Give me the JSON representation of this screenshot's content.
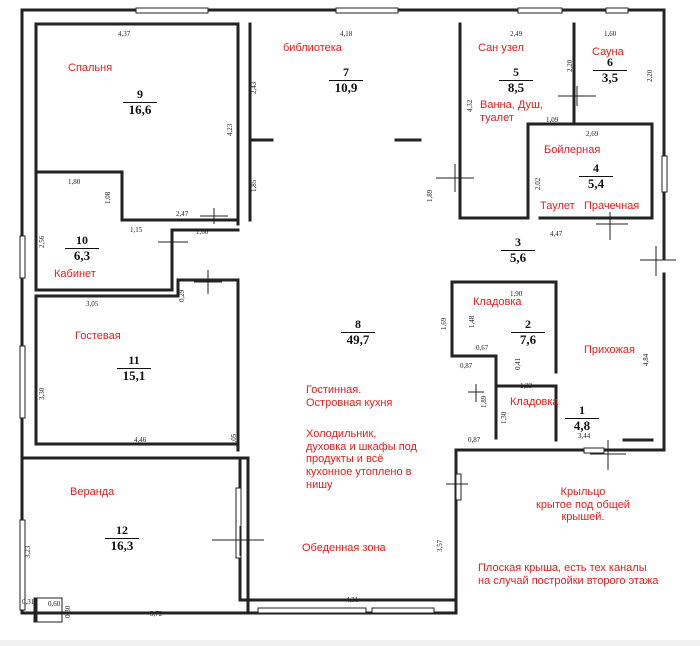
{
  "rooms": [
    {
      "num": "9",
      "area": "16,6",
      "name": "Спальня"
    },
    {
      "num": "7",
      "area": "10,9",
      "name": "библиотека"
    },
    {
      "num": "5",
      "area": "8,5",
      "name": "Сан узел",
      "note": "Ванна, Душ, туалет"
    },
    {
      "num": "6",
      "area": "3,5",
      "name": "Сауна"
    },
    {
      "num": "4",
      "area": "5,4",
      "name": "Бойлерная",
      "note": "Таулет",
      "note2": "Прачечная"
    },
    {
      "num": "10",
      "area": "6,3",
      "name": "Кабинет"
    },
    {
      "num": "3",
      "area": "5,6"
    },
    {
      "num": "2",
      "area": "7,6",
      "name": "Кладовка",
      "note": "Прихожая"
    },
    {
      "num": "8",
      "area": "49,7",
      "name": "Гостинная.\nОстровная кухня",
      "note": "Холодильник,\nдуховка и шкафы под\nпродукты и всё\nкухонное утоплено в\nнишу",
      "note2": "Обеденная зона"
    },
    {
      "num": "11",
      "area": "15,1",
      "name": "Гостевая"
    },
    {
      "num": "1",
      "area": "4,8",
      "name": "Кладовка"
    },
    {
      "num": "12",
      "area": "16,3",
      "name": "Веранда"
    }
  ],
  "annotations": {
    "porch": "Крыльцо\nкрытое под общей\nкрышей.",
    "roof": "Плоская крыша, есть тех каналы\nна случай постройки второго этажа"
  },
  "dimensions": {
    "d437": "4,37",
    "d418": "4,18",
    "d249": "2,49",
    "d160a": "1,60",
    "d243": "2,43",
    "d423": "4,23",
    "d220a": "2,20",
    "d220b": "2,20",
    "d432": "4,32",
    "d109": "1,09",
    "d269": "2,69",
    "d202": "2,02",
    "d180": "1,80",
    "d108": "1,08",
    "d247": "2,47",
    "d115": "1,15",
    "d160b": "1,60",
    "d185": "1,85",
    "d189a": "1,89",
    "d447": "4,47",
    "d256": "2,56",
    "d029": "0,29",
    "d305": "3,05",
    "d169": "1,69",
    "d190": "1,90",
    "d148": "1,48",
    "d067": "0,67",
    "d041": "0,41",
    "d087a": "0,87",
    "d133": "1,33",
    "d189b": "1,89",
    "d130": "1,30",
    "d484": "4,84",
    "d344": "3,44",
    "d087b": "0,87",
    "d330": "3,30",
    "d446": "4,46",
    "d705": "7,05",
    "d357": "3,57",
    "d323": "3,23",
    "d031": "0,31",
    "d060": "0,60",
    "d030": "0,30",
    "d372": "3,72",
    "d431": "4,31"
  }
}
